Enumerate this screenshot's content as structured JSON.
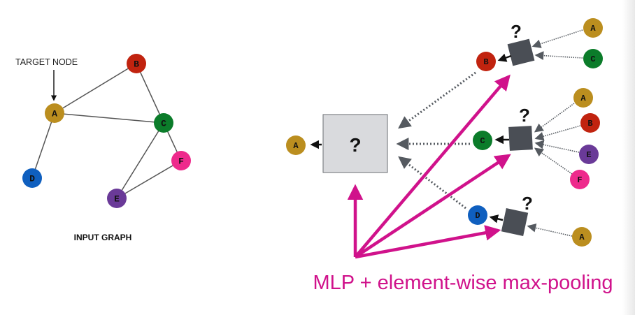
{
  "colors": {
    "A": "#bb8e1f",
    "B": "#c1230f",
    "C": "#0b7c2a",
    "D": "#0f5fbf",
    "E": "#6a3a98",
    "F": "#ee2a8c",
    "magenta": "#d0128b",
    "box_dark": "#4a4e55",
    "box_light": "#d9dadd",
    "edge": "#555555",
    "dotted": "#555a60"
  },
  "input_graph": {
    "caption": "INPUT GRAPH",
    "target_label": "TARGET NODE",
    "nodes": [
      "A",
      "B",
      "C",
      "D",
      "E",
      "F"
    ],
    "edges": [
      [
        "A",
        "B"
      ],
      [
        "A",
        "C"
      ],
      [
        "B",
        "C"
      ],
      [
        "A",
        "D"
      ],
      [
        "C",
        "E"
      ],
      [
        "C",
        "F"
      ],
      [
        "E",
        "F"
      ]
    ]
  },
  "computation_graph": {
    "target": "A",
    "aggregator_symbol": "?",
    "level1": [
      {
        "node": "B",
        "aggregator_symbol": "?",
        "neighbors": [
          "A",
          "C"
        ]
      },
      {
        "node": "C",
        "aggregator_symbol": "?",
        "neighbors": [
          "A",
          "B",
          "E",
          "F"
        ]
      },
      {
        "node": "D",
        "aggregator_symbol": "?",
        "neighbors": [
          "A"
        ]
      }
    ]
  },
  "annotation": "MLP + element-wise max-pooling"
}
